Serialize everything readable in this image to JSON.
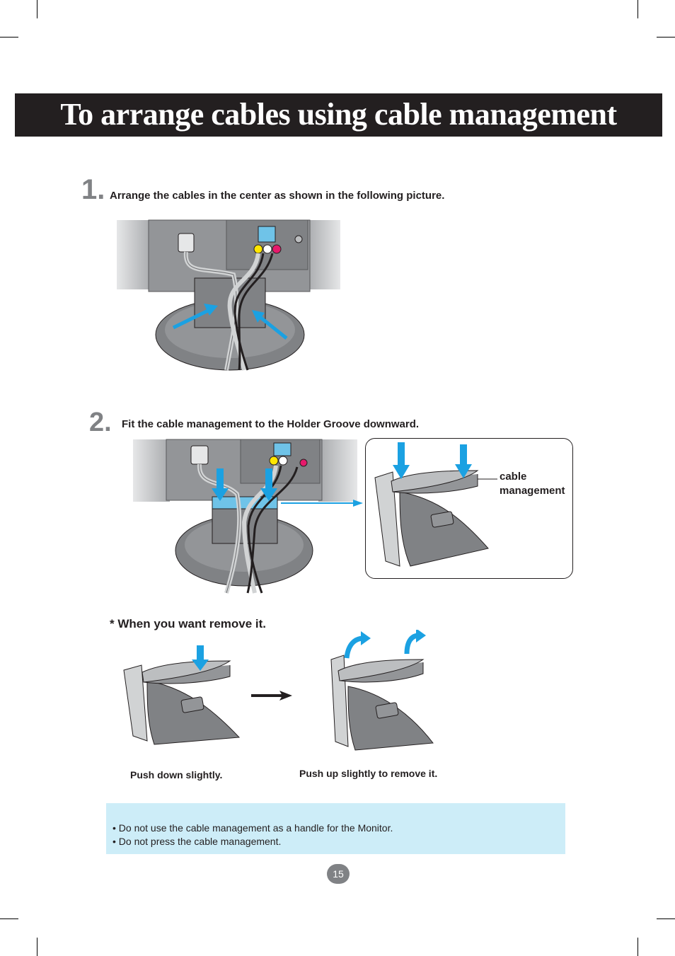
{
  "title": "To arrange cables using cable management",
  "steps": [
    {
      "number": "1.",
      "text": "Arrange the cables in the center as shown in the following picture."
    },
    {
      "number": "2.",
      "text": "Fit the cable management  to the Holder Groove downward."
    }
  ],
  "callout": {
    "label_line1": "cable",
    "label_line2": "management"
  },
  "remove_section": {
    "title": "* When you want remove it.",
    "caption_left": "Push down slightly.",
    "caption_right": "Push up slightly to remove it."
  },
  "notes": [
    "• Do not use the cable management as a handle for the Monitor.",
    "• Do not press the cable management."
  ],
  "page_number": "15",
  "colors": {
    "title_bar": "#231f20",
    "note_bg": "#cdedf8",
    "arrow_blue": "#1ba1e2",
    "gray_badge": "#808285"
  }
}
